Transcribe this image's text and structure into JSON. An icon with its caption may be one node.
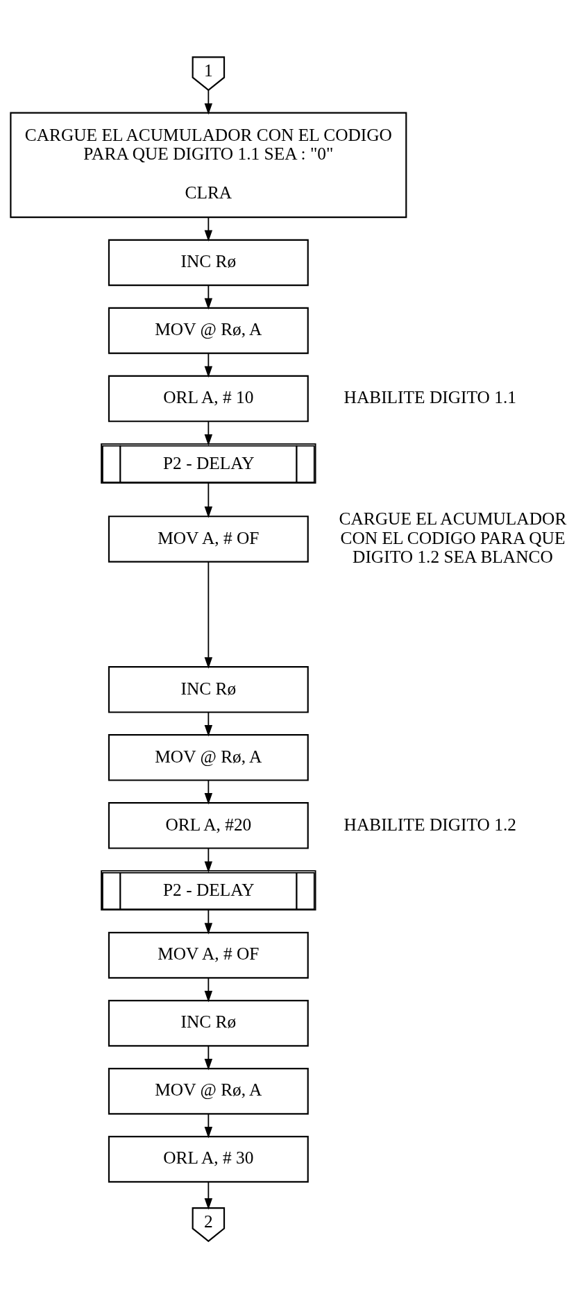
{
  "diagram": {
    "nodes": [
      {
        "text": [
          "1"
        ]
      },
      {
        "text": [
          "CARGUE EL ACUMULADOR CON EL CODIGO PARA QUE DIGITO 1.1 SEA : \"0\"",
          "CLRA"
        ]
      },
      {
        "text": [
          "INC Rø"
        ]
      },
      {
        "text": [
          "MOV @ Rø, A"
        ]
      },
      {
        "text": [
          "ORL A, # 10"
        ],
        "beside": [
          "HABILITE DIGITO 1.1"
        ]
      },
      {
        "text": [
          "P2 - DELAY"
        ]
      },
      {
        "text": [
          "MOV A, # OF"
        ],
        "beside": [
          "CARGUE EL ACUMULADOR CON EL CODIGO PARA QUE DIGITO 1.2 SEA BLANCO"
        ]
      },
      {
        "text": [
          "INC Rø"
        ]
      },
      {
        "text": [
          "MOV @ Rø, A"
        ]
      },
      {
        "text": [
          "ORL A, #20"
        ],
        "beside": [
          "HABILITE DIGITO 1.2"
        ]
      },
      {
        "text": [
          "P2 - DELAY"
        ]
      },
      {
        "text": [
          "MOV A, # OF"
        ]
      },
      {
        "text": [
          "INC Rø"
        ]
      },
      {
        "text": [
          "MOV @ Rø, A"
        ]
      },
      {
        "text": [
          "ORL A, # 30"
        ]
      },
      {
        "text": [
          "2"
        ]
      }
    ],
    "edges": [
      {
        "from": 0,
        "to": 1,
        "arrow": "to"
      },
      {
        "from": 1,
        "to": 2,
        "arrow": "to"
      },
      {
        "from": 2,
        "to": 3,
        "arrow": "to"
      },
      {
        "from": 3,
        "to": 4,
        "arrow": "to"
      },
      {
        "from": 4,
        "to": 5,
        "arrow": "to"
      },
      {
        "from": 5,
        "to": 6,
        "arrow": "to"
      },
      {
        "from": 6,
        "to": 7,
        "arrow": "to"
      },
      {
        "from": 7,
        "to": 8,
        "arrow": "to"
      },
      {
        "from": 8,
        "to": 9,
        "arrow": "to"
      },
      {
        "from": 9,
        "to": 10,
        "arrow": "to"
      },
      {
        "from": 10,
        "to": 11,
        "arrow": "to"
      },
      {
        "from": 11,
        "to": 12,
        "arrow": "to"
      },
      {
        "from": 12,
        "to": 13,
        "arrow": "to"
      },
      {
        "from": 13,
        "to": 14,
        "arrow": "to"
      },
      {
        "from": 14,
        "to": 15,
        "arrow": "to"
      }
    ]
  }
}
